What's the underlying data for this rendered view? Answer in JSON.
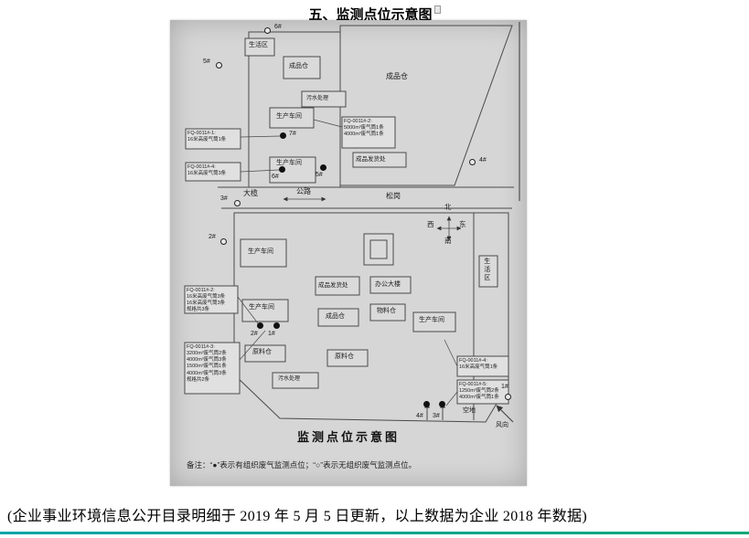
{
  "page": {
    "title": "五、监测点位示意图",
    "footer": "(企业事业环境信息公开目录明细于 2019 年 5 月 5 日更新，以上数据为企业 2018 年数据)",
    "accent_color": "#00a49b"
  },
  "diagram": {
    "caption": "监测点位示意图",
    "note": "备注：“●”表示有组织废气监测点位；“○”表示无组织废气监测点位。",
    "roads": {
      "left": "大榄",
      "center": "公路",
      "right": "松岗"
    },
    "compass": {
      "n": "北",
      "s": "南",
      "e": "东",
      "w": "西"
    },
    "wind_label": "风向",
    "buildings": {
      "living_top": "生活区",
      "finished_small": "成品仓",
      "finished_big": "成品仓",
      "sewage_top": "污水处理",
      "workshop_t1": "生产车间",
      "workshop_t2": "生产车间",
      "shipping_top": "成品发货处",
      "workshop_b1": "生产车间",
      "living_right": "生活区",
      "shipping_bottom": "成品发货处",
      "office": "办公大楼",
      "workshop_b2": "生产车间",
      "finished_bottom": "成品仓",
      "material": "物料仓",
      "workshop_b3": "生产车间",
      "raw_left": "原料仓",
      "raw_mid": "原料仓",
      "sewage_bottom": "污水处理",
      "open_space": "空地"
    },
    "points": {
      "top6": "6#",
      "top5": "5#",
      "p7": "7#",
      "p6": "6#",
      "p5": "5#",
      "p4": "4#",
      "road3": "3#",
      "open2": "2#",
      "p2": "2#",
      "p1": "1#",
      "bottom4": "4#",
      "bottom3": "3#",
      "open1": "1#"
    },
    "fq": {
      "a": "FQ-0011#-1:\n16米高废气筒1条",
      "b": "FQ-0011#-4:\n16米高废气筒3条",
      "c": "FQ-0011#-2:\n5000m³废气筒1条\n4000m³废气筒1条",
      "d": "FQ-0011#-2:\n16米高废气筒3条\n16米高废气筒3条\n规格共3条",
      "e": "FQ-0011#-3:\n3200m³废气筒2条\n4000m³废气筒3条\n1500m³废气筒1条\n4000m³废气筒3条\n规格共2条",
      "f": "FQ-0011#-4:\n16米高废气筒1条",
      "g": "FQ-0011#-5:\n1250m³废气筒2条\n4000m³废气筒1条"
    }
  }
}
